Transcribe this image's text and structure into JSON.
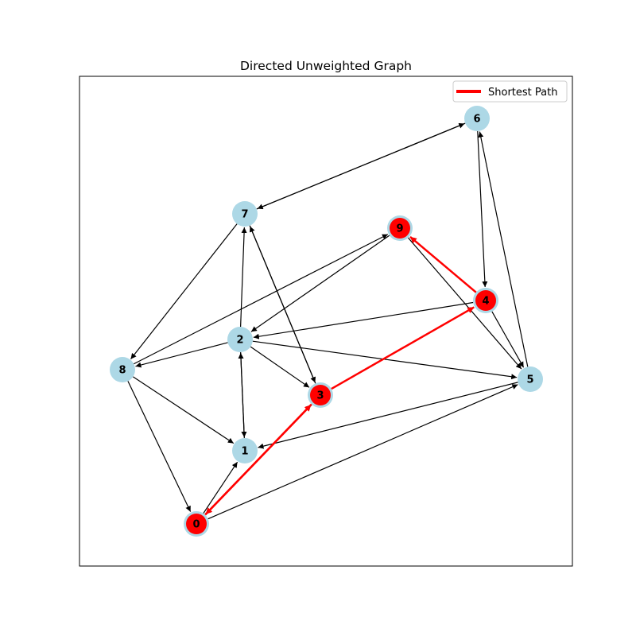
{
  "title": "Directed Unweighted Graph",
  "legend": {
    "label": "Shortest Path",
    "color": "#ff0000"
  },
  "colors": {
    "node_fill": "#add8e6",
    "path_node_fill": "#ff0000",
    "edge": "#000000",
    "path_edge": "#ff0000"
  },
  "nodes": [
    {
      "id": "0",
      "on_path": true
    },
    {
      "id": "1",
      "on_path": false
    },
    {
      "id": "2",
      "on_path": false
    },
    {
      "id": "3",
      "on_path": true
    },
    {
      "id": "4",
      "on_path": true
    },
    {
      "id": "5",
      "on_path": false
    },
    {
      "id": "6",
      "on_path": false
    },
    {
      "id": "7",
      "on_path": false
    },
    {
      "id": "8",
      "on_path": false
    },
    {
      "id": "9",
      "on_path": true
    }
  ],
  "edges": [
    {
      "from": "0",
      "to": "1"
    },
    {
      "from": "0",
      "to": "3"
    },
    {
      "from": "0",
      "to": "5"
    },
    {
      "from": "1",
      "to": "2"
    },
    {
      "from": "2",
      "to": "1"
    },
    {
      "from": "2",
      "to": "3"
    },
    {
      "from": "2",
      "to": "5"
    },
    {
      "from": "2",
      "to": "7"
    },
    {
      "from": "2",
      "to": "8"
    },
    {
      "from": "3",
      "to": "0"
    },
    {
      "from": "3",
      "to": "4"
    },
    {
      "from": "3",
      "to": "7"
    },
    {
      "from": "4",
      "to": "2"
    },
    {
      "from": "4",
      "to": "5"
    },
    {
      "from": "4",
      "to": "9"
    },
    {
      "from": "5",
      "to": "1"
    },
    {
      "from": "5",
      "to": "6"
    },
    {
      "from": "6",
      "to": "4"
    },
    {
      "from": "6",
      "to": "7"
    },
    {
      "from": "7",
      "to": "3"
    },
    {
      "from": "7",
      "to": "6"
    },
    {
      "from": "7",
      "to": "8"
    },
    {
      "from": "8",
      "to": "0"
    },
    {
      "from": "8",
      "to": "1"
    },
    {
      "from": "8",
      "to": "9"
    },
    {
      "from": "9",
      "to": "2"
    },
    {
      "from": "9",
      "to": "5"
    }
  ],
  "shortest_path": [
    "0",
    "3",
    "4",
    "9"
  ]
}
